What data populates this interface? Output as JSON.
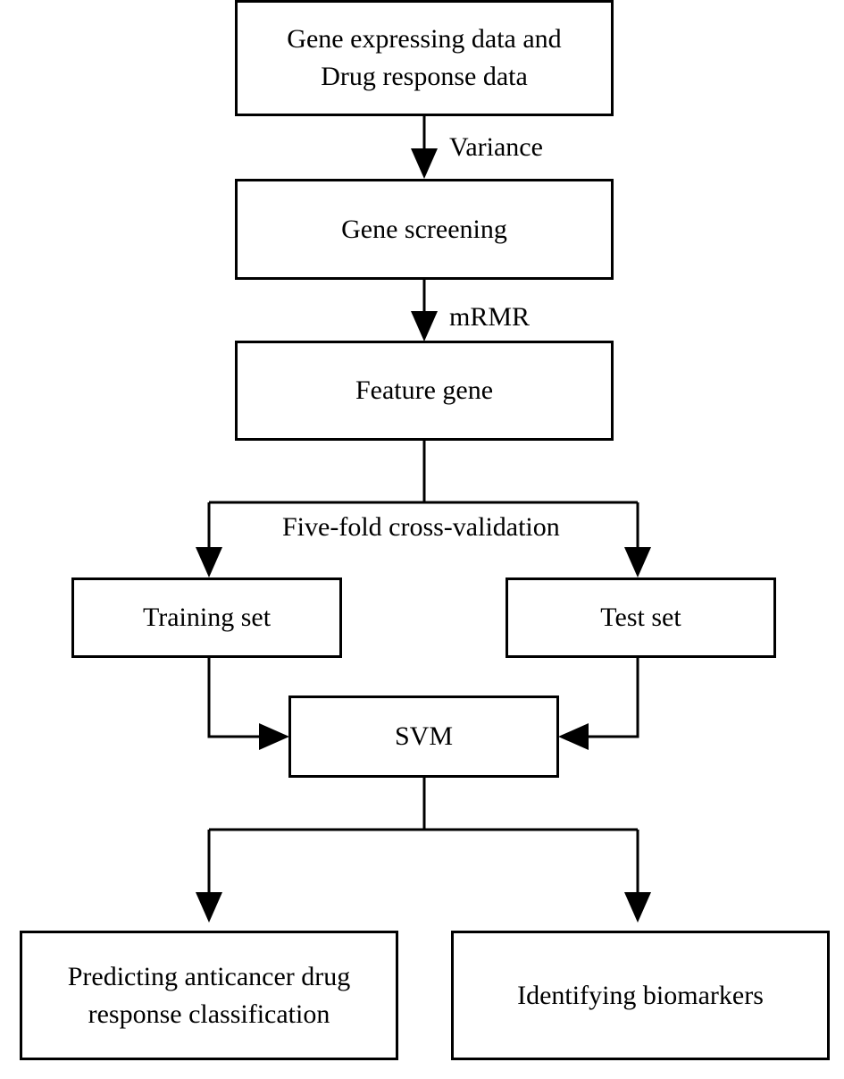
{
  "nodes": {
    "input_data": "Gene expressing data and\nDrug response data",
    "gene_screening": "Gene screening",
    "feature_gene": "Feature gene",
    "training_set": "Training set",
    "test_set": "Test set",
    "svm": "SVM",
    "predicting": "Predicting anticancer drug\nresponse classification",
    "biomarkers": "Identifying biomarkers"
  },
  "edge_labels": {
    "variance": "Variance",
    "mrmr": "mRMR",
    "cross_validation": "Five-fold cross-validation"
  }
}
